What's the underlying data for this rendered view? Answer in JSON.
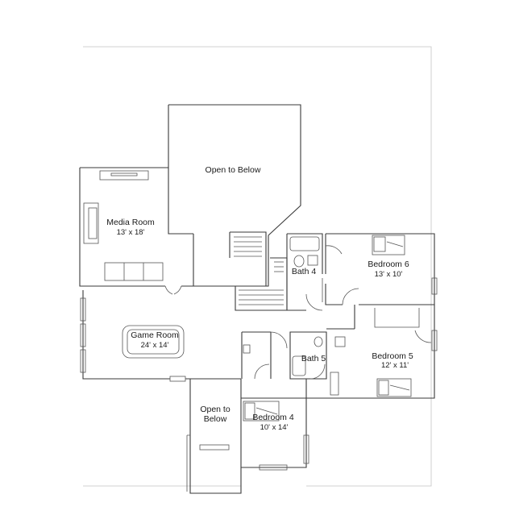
{
  "rooms": {
    "open_to_below_top": {
      "name": "Open to Below"
    },
    "media_room": {
      "name": "Media Room",
      "size": "13' x 18'"
    },
    "game_room": {
      "name": "Game Room",
      "size": "24' x 14'"
    },
    "bath_4": {
      "name": "Bath 4"
    },
    "bath_5": {
      "name": "Bath 5"
    },
    "bedroom_6": {
      "name": "Bedroom 6",
      "size": "13' x 10'"
    },
    "bedroom_5": {
      "name": "Bedroom 5",
      "size": "12' x 11'"
    },
    "bedroom_4": {
      "name": "Bedroom 4",
      "size": "10' x 14'"
    },
    "open_to_below_bottom": {
      "line1": "Open to",
      "line2": "Below"
    }
  },
  "colors": {
    "wall": "#3a3a3a",
    "outline": "#c4c4c4"
  }
}
